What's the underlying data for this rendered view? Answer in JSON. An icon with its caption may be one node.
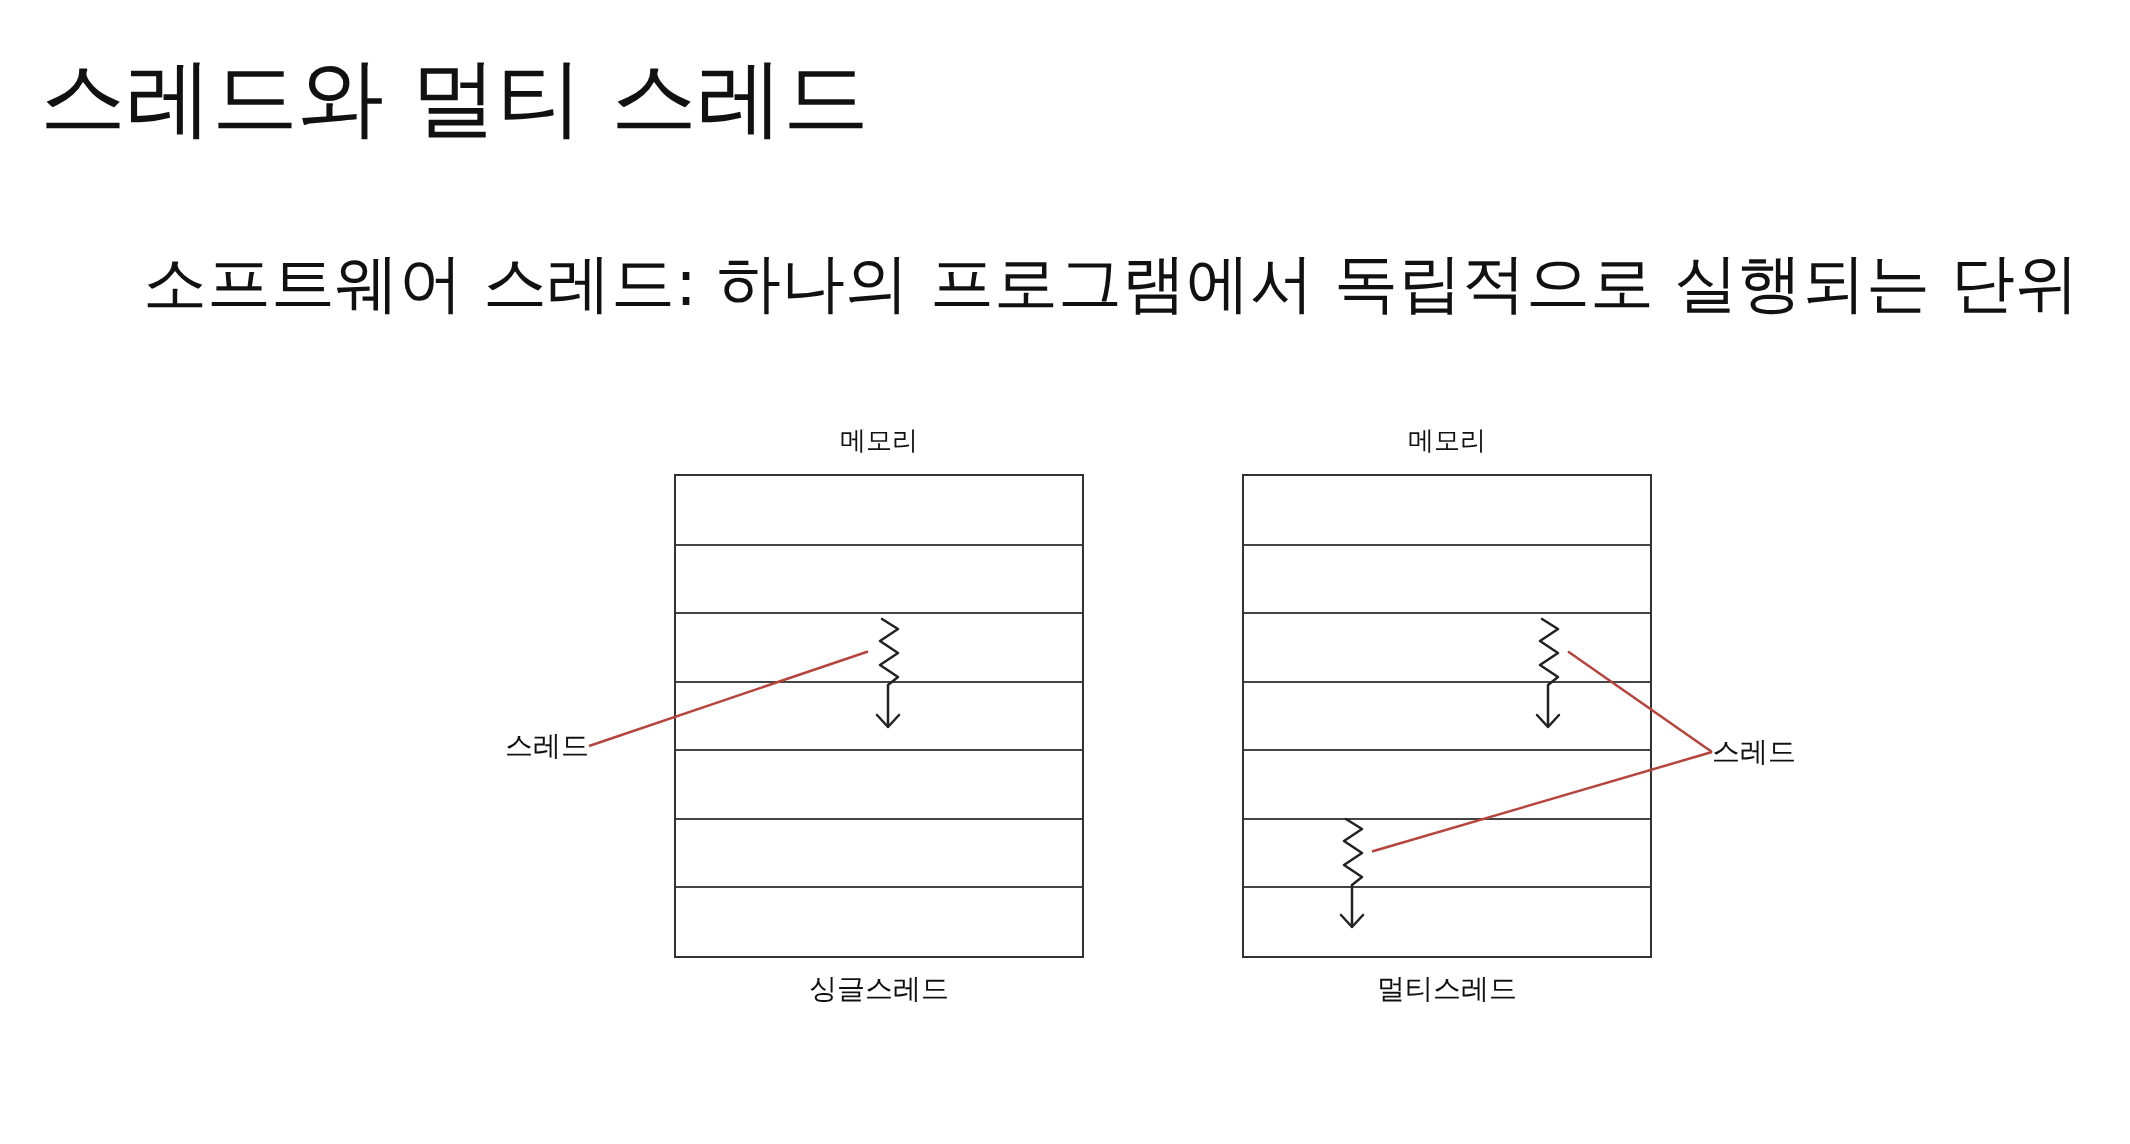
{
  "diagram": {
    "title": "스레드와 멀티 스레드",
    "nodes": [
      {
        "text": [
          "메모리"
        ],
        "beside": [
          "싱글스레드"
        ]
      },
      {
        "text": [],
        "shape": "picture",
        "in": 0
      },
      {
        "text": [
          "스레드"
        ]
      },
      {
        "text": [
          "메모리"
        ],
        "beside": [
          "멀티스레드"
        ]
      },
      {
        "text": [],
        "shape": "picture",
        "in": 3
      },
      {
        "text": [],
        "shape": "picture",
        "in": 3
      },
      {
        "text": [
          "스레드"
        ]
      }
    ],
    "edges": [
      {
        "from": 2,
        "to": 1,
        "arrow": "none"
      },
      {
        "from": 6,
        "to": 4,
        "arrow": "none"
      },
      {
        "from": 6,
        "to": 5,
        "arrow": "none"
      }
    ],
    "labels": [
      "소프트웨어 스레드: 하나의 프로그램에서 독립적으로 실행되는 단위"
    ]
  }
}
